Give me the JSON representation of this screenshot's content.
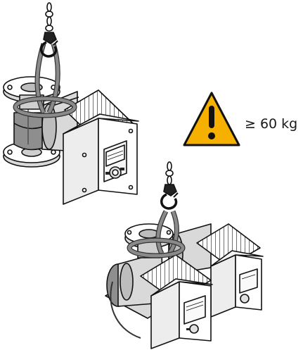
{
  "warning": {
    "weight_label": "≥ 60 kg",
    "icon": "warning-triangle-icon",
    "fill_color": "#f6b100",
    "symbol_color": "#111111"
  },
  "illustrations": [
    {
      "name": "single-pump-lifted",
      "icon": "chain-hook-icon"
    },
    {
      "name": "twin-pump-lifted",
      "icon": "chain-hook-icon"
    }
  ]
}
